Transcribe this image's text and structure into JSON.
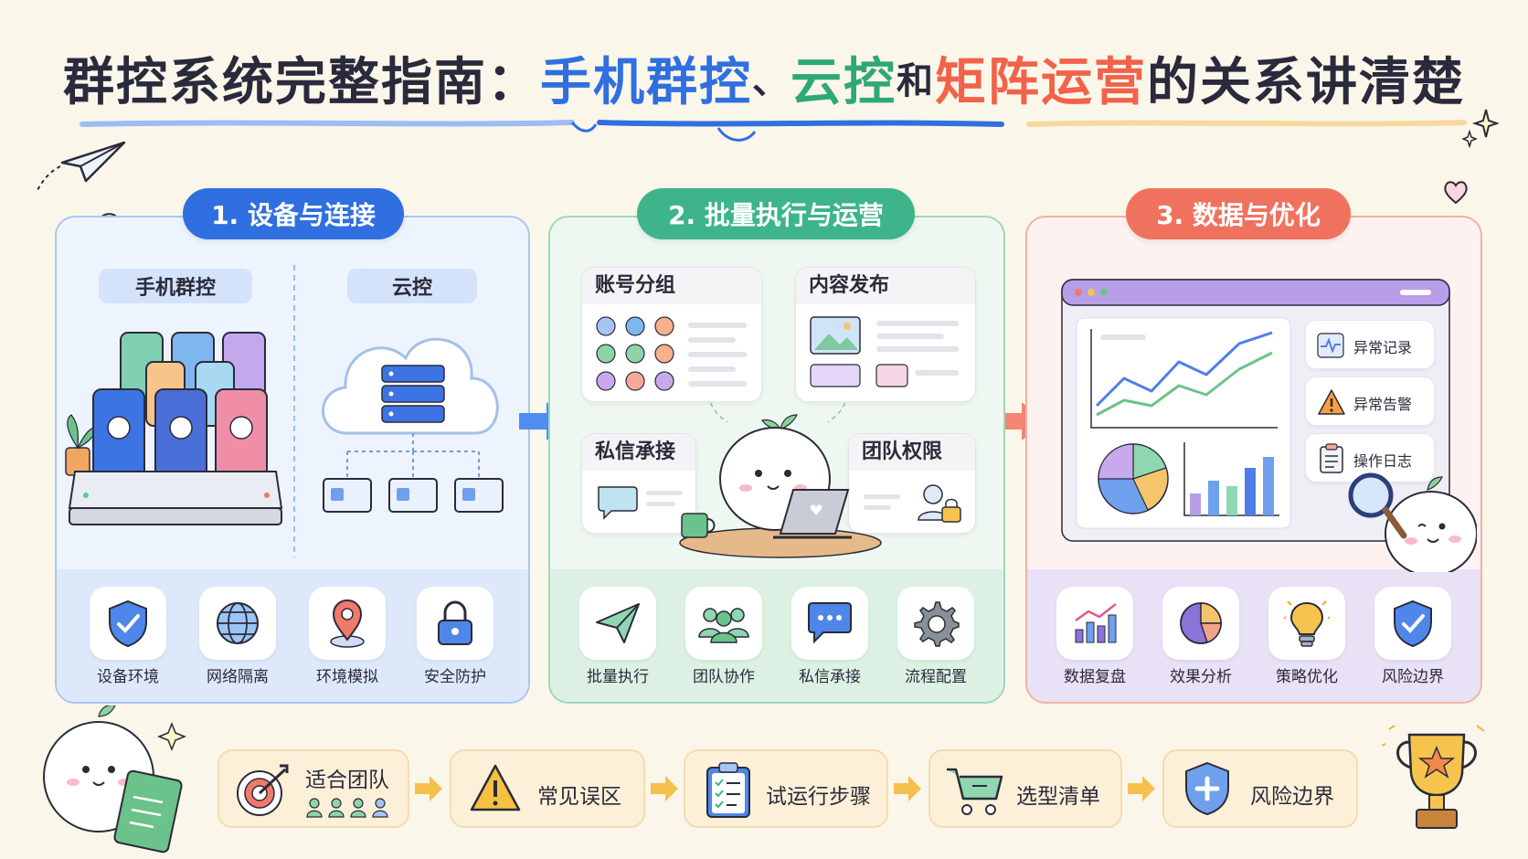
{
  "title": {
    "part1": "群控系统完整指南：",
    "part2": "手机群控",
    "part3": "、",
    "part4": "云控",
    "part5": "和",
    "part6": "矩阵运营",
    "part7": "的关系讲清楚"
  },
  "sections": [
    {
      "label": "1. 设备与连接",
      "sub_left": "手机群控",
      "sub_right": "云控",
      "icons": [
        "设备环境",
        "网络隔离",
        "环境模拟",
        "安全防护"
      ]
    },
    {
      "label": "2. 批量执行与运营",
      "cards": [
        "账号分组",
        "内容发布",
        "私信承接",
        "团队权限"
      ],
      "icons": [
        "批量执行",
        "团队协作",
        "私信承接",
        "流程配置"
      ]
    },
    {
      "label": "3. 数据与优化",
      "side": [
        "异常记录",
        "异常告警",
        "操作日志"
      ],
      "icons": [
        "数据复盘",
        "效果分析",
        "策略优化",
        "风险边界"
      ]
    }
  ],
  "flow": [
    "适合团队",
    "常见误区",
    "试运行步骤",
    "选型清单",
    "风险边界"
  ],
  "colors": {
    "blue": "#2f6fe0",
    "green": "#3db489",
    "red": "#f0725e",
    "background": "#fbf6ea"
  }
}
